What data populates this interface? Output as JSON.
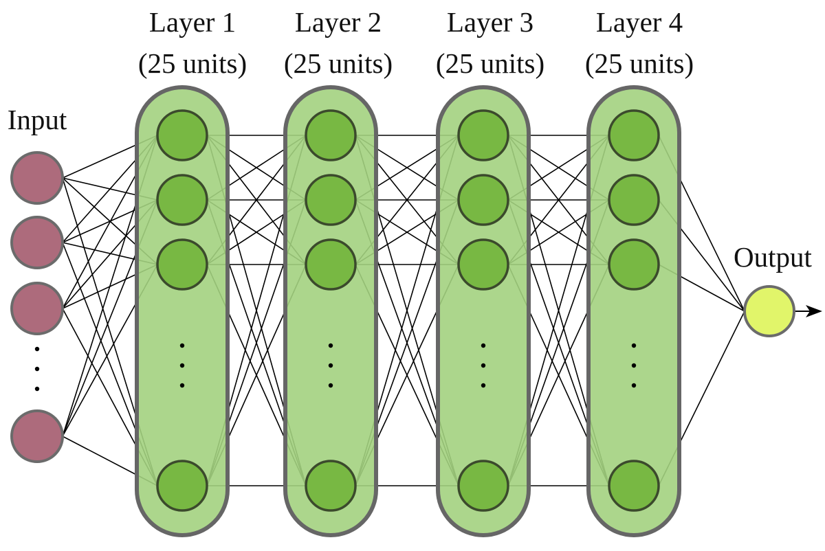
{
  "diagram": {
    "title": "Feed-forward neural network",
    "input": {
      "label": "Input",
      "visible_nodes": 4,
      "ellipsis": true
    },
    "layers": [
      {
        "name": "Layer 1",
        "units_label": "(25 units)",
        "units": 25
      },
      {
        "name": "Layer 2",
        "units_label": "(25 units)",
        "units": 25
      },
      {
        "name": "Layer 3",
        "units_label": "(25 units)",
        "units": 25
      },
      {
        "name": "Layer 4",
        "units_label": "(25 units)",
        "units": 25
      }
    ],
    "output": {
      "label": "Output",
      "nodes": 1,
      "arrow": true
    },
    "colors": {
      "input_node": "#ad6b7c",
      "hidden_node": "#78b843",
      "layer_pill": "#a3d17f",
      "output_node": "#e1f56a",
      "pill_stroke": "#666666",
      "node_stroke": "#3b4a2c",
      "edge": "#000000"
    }
  }
}
